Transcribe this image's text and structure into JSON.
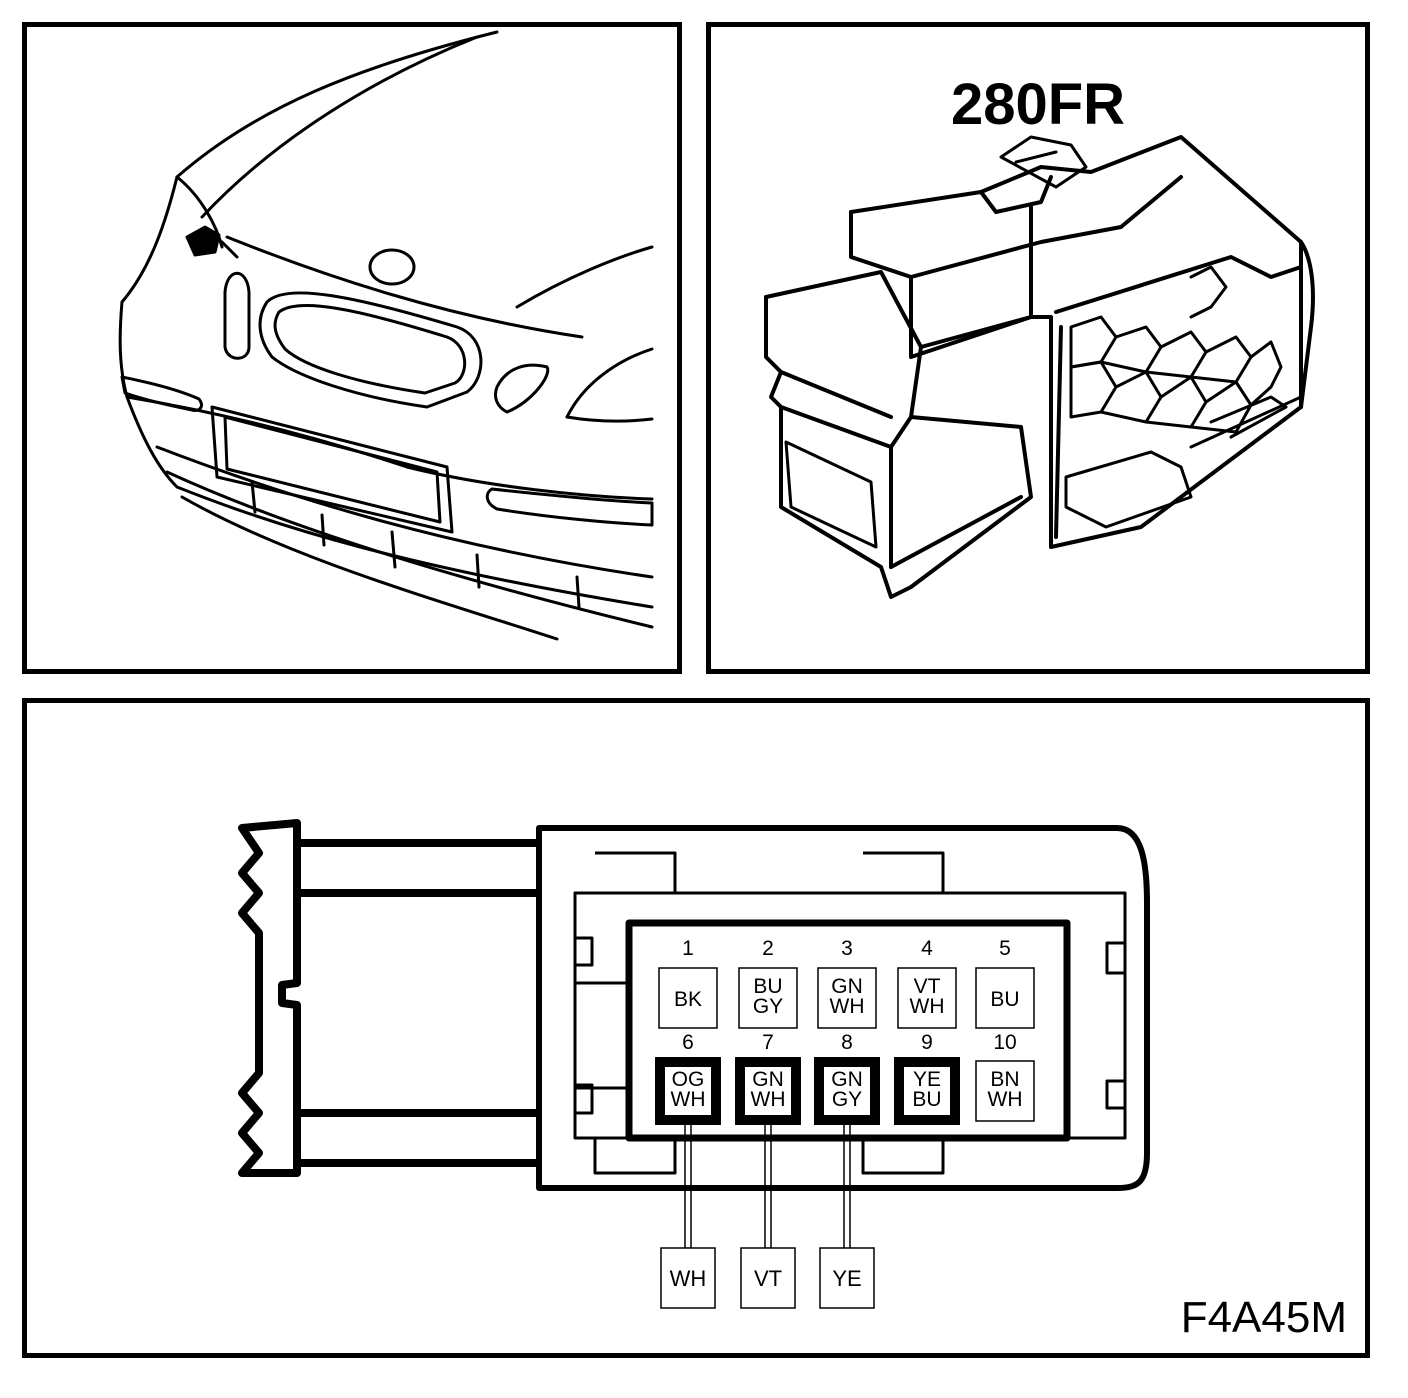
{
  "connector": {
    "id": "280FR",
    "figure_code": "F4A45M"
  },
  "pins": [
    {
      "num": "1",
      "code": [
        "BK"
      ],
      "highlighted": false
    },
    {
      "num": "2",
      "code": [
        "BU",
        "GY"
      ],
      "highlighted": false
    },
    {
      "num": "3",
      "code": [
        "GN",
        "WH"
      ],
      "highlighted": false
    },
    {
      "num": "4",
      "code": [
        "VT",
        "WH"
      ],
      "highlighted": false
    },
    {
      "num": "5",
      "code": [
        "BU"
      ],
      "highlighted": false
    },
    {
      "num": "6",
      "code": [
        "OG",
        "WH"
      ],
      "highlighted": true
    },
    {
      "num": "7",
      "code": [
        "GN",
        "WH"
      ],
      "highlighted": true
    },
    {
      "num": "8",
      "code": [
        "GN",
        "GY"
      ],
      "highlighted": true
    },
    {
      "num": "9",
      "code": [
        "YE",
        "BU"
      ],
      "highlighted": true
    },
    {
      "num": "10",
      "code": [
        "BN",
        "WH"
      ],
      "highlighted": false
    }
  ],
  "wires": [
    {
      "pin": "6",
      "code": "WH"
    },
    {
      "pin": "7",
      "code": "VT"
    },
    {
      "pin": "8",
      "code": "YE"
    }
  ]
}
